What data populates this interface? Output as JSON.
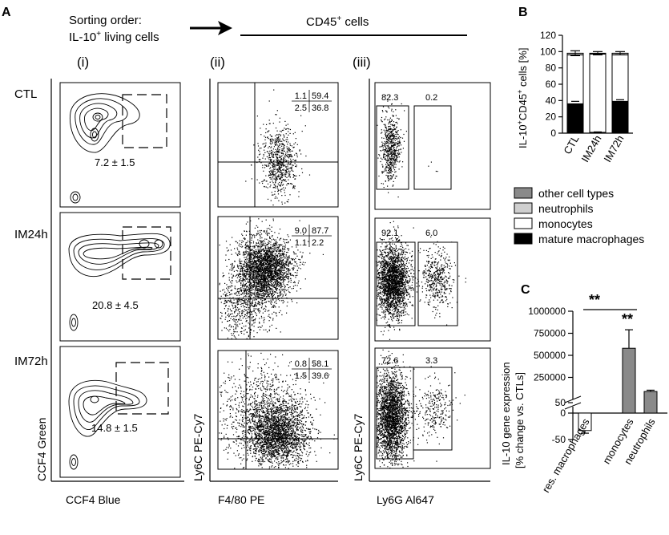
{
  "panel_labels": {
    "A": "A",
    "B": "B",
    "C": "C"
  },
  "sorting": {
    "line1": "Sorting order:",
    "line2": "IL-10",
    "line2_sup": "+",
    "line2_tail": " living cells"
  },
  "cd45_header": {
    "text": "CD45",
    "sup": "+",
    "tail": "  cells"
  },
  "columns": {
    "i": "(i)",
    "ii": "(ii)",
    "iii": "(iii)"
  },
  "rows": [
    {
      "label": "CTL",
      "gate_pct": "7.2 ± 1.5",
      "quad": [
        "1.1",
        "59.4",
        "2.5",
        "36.8"
      ],
      "ly6": [
        "82.3",
        "0.2"
      ]
    },
    {
      "label": "IM24h",
      "gate_pct": "20.8 ± 4.5",
      "quad": [
        "9.0",
        "87.7",
        "1.1",
        "2.2"
      ],
      "ly6": [
        "92.1",
        "6.0"
      ]
    },
    {
      "label": "IM72h",
      "gate_pct": "14.8 ± 1.5",
      "quad": [
        "0.8",
        "58.1",
        "1.5",
        "39.6"
      ],
      "ly6": [
        "72.6",
        "3.3"
      ]
    }
  ],
  "axes_labels": {
    "ccf4_green": "CCF4 Green",
    "ccf4_blue": "CCF4 Blue",
    "ly6c_ii": "Ly6C PE-Cy7",
    "f480": "F4/80 PE",
    "ly6c_iii": "Ly6C PE-Cy7",
    "ly6g": "Ly6G Al647"
  },
  "legend": {
    "items": [
      {
        "label": "other cell types",
        "color": "#8a8a8a"
      },
      {
        "label": "neutrophils",
        "color": "#cfcfcf"
      },
      {
        "label": "monocytes",
        "color": "#ffffff"
      },
      {
        "label": "mature macrophages",
        "color": "#000000"
      }
    ]
  },
  "chart_data": [
    {
      "type": "bar",
      "stacked": true,
      "title": "",
      "ylabel": "IL-10+CD45+ cells [%]",
      "ylabel_parts": {
        "a": "IL-10",
        "b": "+",
        "c": "CD45",
        "d": "+",
        "e": " cells [%]"
      },
      "ylim": [
        0,
        120
      ],
      "yticks": [
        "0",
        "20",
        "40",
        "60",
        "80",
        "100",
        "120"
      ],
      "categories": [
        "CTL",
        "IM24h",
        "IM72h"
      ],
      "series": [
        {
          "name": "mature macrophages",
          "values": [
            36,
            1,
            39
          ],
          "color": "#000000"
        },
        {
          "name": "monocytes",
          "values": [
            60,
            96,
            57
          ],
          "color": "#ffffff"
        },
        {
          "name": "neutrophils",
          "values": [
            2,
            1,
            2
          ],
          "color": "#cfcfcf"
        },
        {
          "name": "other cell types",
          "values": [
            0,
            0,
            0
          ],
          "color": "#8a8a8a"
        }
      ],
      "total_error": [
        3,
        2,
        2
      ],
      "mac_error": [
        3,
        0.5,
        2
      ]
    },
    {
      "type": "bar",
      "title": "",
      "ylabel_line1": "IL-10 gene expression",
      "ylabel_line2": "[% change vs. CTLs]",
      "yticks": [
        "-50",
        "0",
        "50",
        "250000",
        "500000",
        "750000",
        "1000000"
      ],
      "categories": [
        "res. macrophages",
        "monocytes",
        "neutrophils"
      ],
      "values": [
        -33,
        580000,
        90000
      ],
      "errors": [
        5,
        210000,
        15000
      ],
      "colors": [
        "#ffffff",
        "#8a8a8a",
        "#8a8a8a"
      ],
      "sig_between": "**",
      "sig_above": "**"
    }
  ]
}
